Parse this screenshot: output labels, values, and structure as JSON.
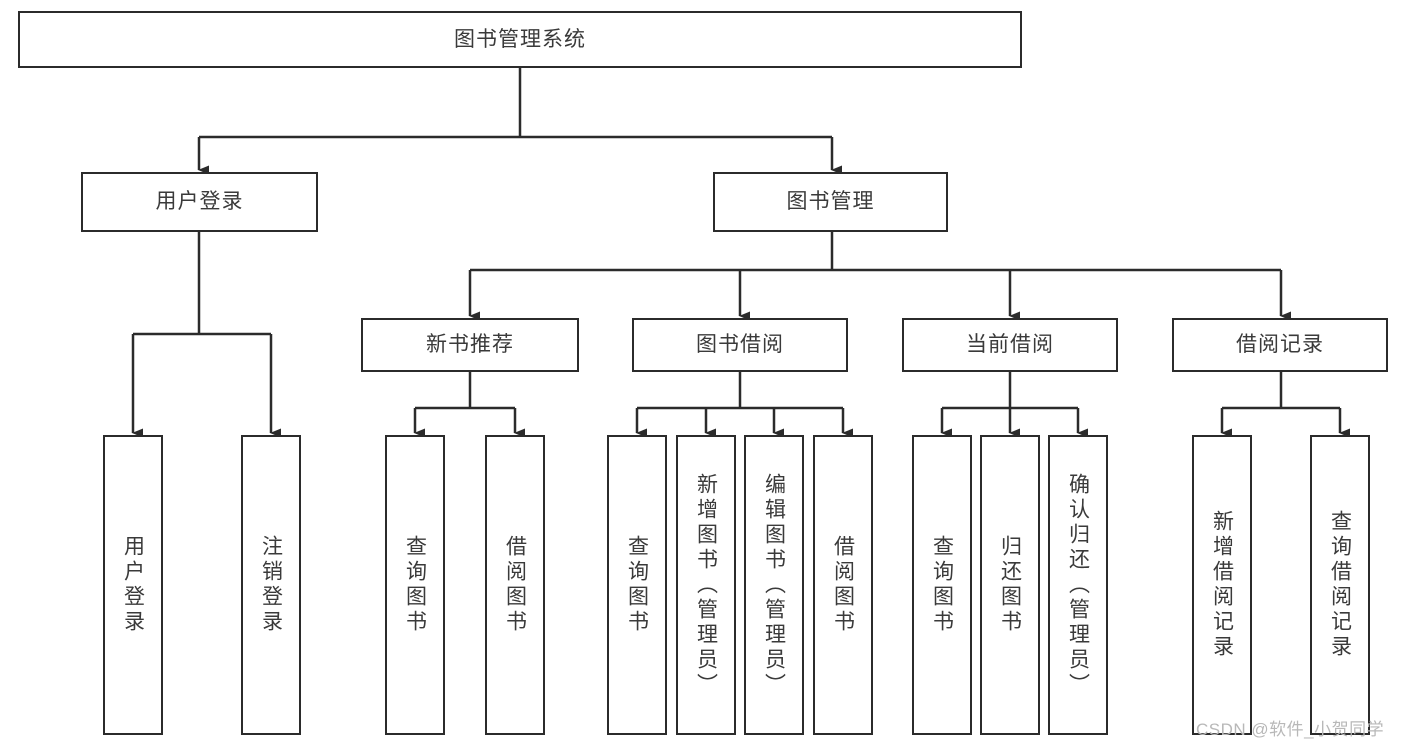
{
  "diagram": {
    "title": "图书管理系统",
    "type": "tree-hierarchy-chart",
    "root": {
      "label": "图书管理系统"
    },
    "level2": [
      {
        "id": "user-login",
        "label": "用户登录"
      },
      {
        "id": "book-management",
        "label": "图书管理"
      }
    ],
    "level3": [
      {
        "id": "new-book-recommend",
        "label": "新书推荐"
      },
      {
        "id": "book-borrow",
        "label": "图书借阅"
      },
      {
        "id": "current-borrow",
        "label": "当前借阅"
      },
      {
        "id": "borrow-record",
        "label": "借阅记录"
      }
    ],
    "leaves": {
      "user_login": [
        {
          "id": "leaf-user-login",
          "label": "用户登录"
        },
        {
          "id": "leaf-logout-login",
          "label": "注销登录"
        }
      ],
      "new_book_recommend": [
        {
          "id": "leaf-query-book-1",
          "label": "查询图书"
        },
        {
          "id": "leaf-borrow-book-1",
          "label": "借阅图书"
        }
      ],
      "book_borrow": [
        {
          "id": "leaf-query-book-2",
          "label": "查询图书"
        },
        {
          "id": "leaf-add-book",
          "label": "新增图书（管理员）"
        },
        {
          "id": "leaf-edit-book",
          "label": "编辑图书（管理员）"
        },
        {
          "id": "leaf-borrow-book-2",
          "label": "借阅图书"
        }
      ],
      "current_borrow": [
        {
          "id": "leaf-query-book-3",
          "label": "查询图书"
        },
        {
          "id": "leaf-return-book",
          "label": "归还图书"
        },
        {
          "id": "leaf-confirm-return",
          "label": "确认归还（管理员）"
        }
      ],
      "borrow_record": [
        {
          "id": "leaf-add-record",
          "label": "新增借阅记录"
        },
        {
          "id": "leaf-query-record",
          "label": "查询借阅记录"
        }
      ]
    }
  },
  "watermark": {
    "text": "CSDN @软件_小贺同学"
  },
  "colors": {
    "stroke": "#2b2b2b",
    "text": "#3a3a3a",
    "background": "#ffffff",
    "watermark": "#b8b8b8"
  }
}
